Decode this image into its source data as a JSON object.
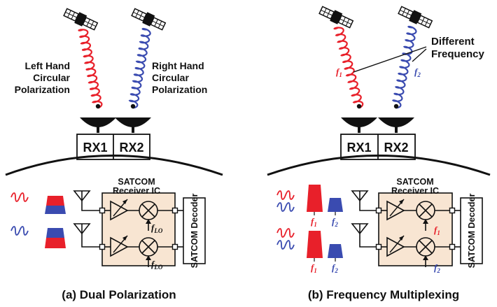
{
  "panel_a": {
    "caption": "(a) Dual Polarization",
    "left_beam_label": [
      "Left Hand",
      "Circular",
      "Polarization"
    ],
    "right_beam_label": [
      "Right Hand",
      "Circular",
      "Polarization"
    ],
    "rx1": "RX1",
    "rx2": "RX2",
    "ic_label": [
      "SATCOM",
      "Receiver IC"
    ],
    "lo_top": "f",
    "lo_top_sub": "LO",
    "lo_bottom": "f",
    "lo_bottom_sub": "LO",
    "decoder": "SATCOM Decoder"
  },
  "panel_b": {
    "caption": "(b) Frequency Multiplexing",
    "freq_annotation": [
      "Different",
      "Frequency"
    ],
    "beam_left_freq": "f",
    "beam_left_sub": "1",
    "beam_right_freq": "f",
    "beam_right_sub": "2",
    "rx1": "RX1",
    "rx2": "RX2",
    "ic_label": [
      "SATCOM",
      "Receiver IC"
    ],
    "spec_f1_top": "f",
    "spec_f1_top_sub": "1",
    "spec_f2_top": "f",
    "spec_f2_top_sub": "2",
    "spec_f1_bot": "f",
    "spec_f1_bot_sub": "1",
    "spec_f2_bot": "f",
    "spec_f2_bot_sub": "2",
    "lo_top": "f",
    "lo_top_sub": "1",
    "lo_bottom": "f",
    "lo_bottom_sub": "2",
    "decoder": "SATCOM Decoder"
  },
  "colors": {
    "red": "#e8202a",
    "blue": "#3a4bb0",
    "ic_fill": "#f8e5d2",
    "ink": "#111111"
  }
}
